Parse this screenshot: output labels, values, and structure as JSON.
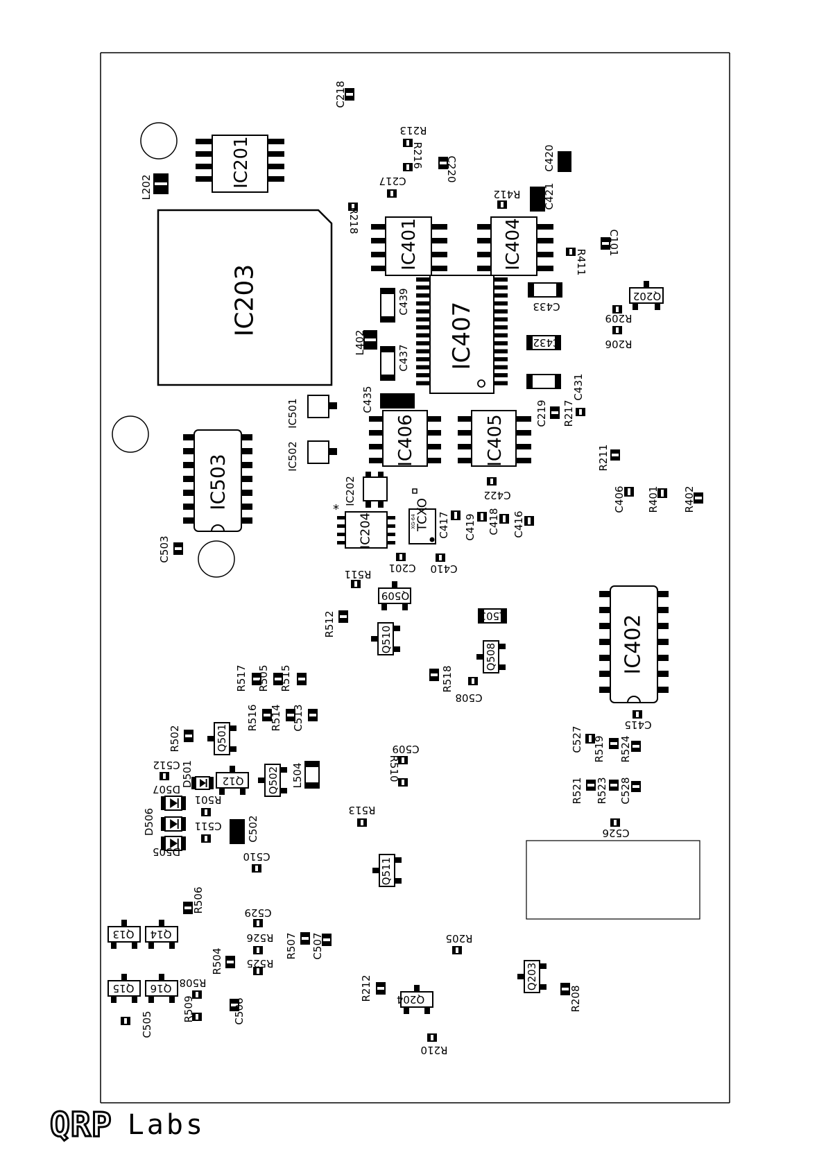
{
  "brand": {
    "name": "QRP",
    "suffix": "Labs"
  },
  "tcxo": {
    "label": "TCXO",
    "part_marking": "XG-64"
  },
  "pin1_marker": "*",
  "components": [
    {
      "ref": "C218",
      "rot": -90
    },
    {
      "ref": "IC201",
      "rot": -90
    },
    {
      "ref": "L202",
      "rot": -90
    },
    {
      "ref": "R213",
      "rot": 180
    },
    {
      "ref": "R216",
      "rot": 90
    },
    {
      "ref": "C220",
      "rot": 90
    },
    {
      "ref": "C217",
      "rot": 180
    },
    {
      "ref": "C420",
      "rot": -90
    },
    {
      "ref": "R412",
      "rot": 180
    },
    {
      "ref": "C421",
      "rot": -90
    },
    {
      "ref": "R218",
      "rot": 90
    },
    {
      "ref": "IC203",
      "rot": -90
    },
    {
      "ref": "IC401",
      "rot": -90
    },
    {
      "ref": "IC404",
      "rot": -90
    },
    {
      "ref": "C101",
      "rot": 90
    },
    {
      "ref": "R411",
      "rot": 90
    },
    {
      "ref": "C439",
      "rot": -90
    },
    {
      "ref": "IC407",
      "rot": -90
    },
    {
      "ref": "C433",
      "rot": 180
    },
    {
      "ref": "Q202",
      "rot": 180
    },
    {
      "ref": "R209",
      "rot": 180
    },
    {
      "ref": "R206",
      "rot": 180
    },
    {
      "ref": "L402",
      "rot": -90
    },
    {
      "ref": "C437",
      "rot": -90
    },
    {
      "ref": "C432",
      "rot": 180
    },
    {
      "ref": "C431",
      "rot": -90
    },
    {
      "ref": "C435",
      "rot": -90
    },
    {
      "ref": "IC501",
      "rot": -90
    },
    {
      "ref": "C219",
      "rot": -90
    },
    {
      "ref": "R217",
      "rot": -90
    },
    {
      "ref": "IC406",
      "rot": -90
    },
    {
      "ref": "IC405",
      "rot": -90
    },
    {
      "ref": "IC503",
      "rot": -90
    },
    {
      "ref": "IC502",
      "rot": -90
    },
    {
      "ref": "R211",
      "rot": -90
    },
    {
      "ref": "C422",
      "rot": 180
    },
    {
      "ref": "IC202",
      "rot": -90
    },
    {
      "ref": "C406",
      "rot": -90
    },
    {
      "ref": "R401",
      "rot": -90
    },
    {
      "ref": "R402",
      "rot": -90
    },
    {
      "ref": "IC204",
      "rot": -90
    },
    {
      "ref": "C417",
      "rot": -90
    },
    {
      "ref": "C419",
      "rot": -90
    },
    {
      "ref": "C418",
      "rot": -90
    },
    {
      "ref": "C416",
      "rot": -90
    },
    {
      "ref": "C503",
      "rot": -90
    },
    {
      "ref": "C201",
      "rot": 180
    },
    {
      "ref": "C410",
      "rot": 180
    },
    {
      "ref": "R511",
      "rot": 180
    },
    {
      "ref": "Q509",
      "rot": 180
    },
    {
      "ref": "R512",
      "rot": -90
    },
    {
      "ref": "L503",
      "rot": 180
    },
    {
      "ref": "Q510",
      "rot": -90
    },
    {
      "ref": "Q508",
      "rot": -90
    },
    {
      "ref": "IC402",
      "rot": -90
    },
    {
      "ref": "R517",
      "rot": -90
    },
    {
      "ref": "R505",
      "rot": -90
    },
    {
      "ref": "R515",
      "rot": -90
    },
    {
      "ref": "R518",
      "rot": -90
    },
    {
      "ref": "C508",
      "rot": 180
    },
    {
      "ref": "R516",
      "rot": -90
    },
    {
      "ref": "R514",
      "rot": -90
    },
    {
      "ref": "C513",
      "rot": -90
    },
    {
      "ref": "R502",
      "rot": -90
    },
    {
      "ref": "Q501",
      "rot": -90
    },
    {
      "ref": "C415",
      "rot": 180
    },
    {
      "ref": "C509",
      "rot": 180
    },
    {
      "ref": "C527",
      "rot": -90
    },
    {
      "ref": "R519",
      "rot": -90
    },
    {
      "ref": "R524",
      "rot": -90
    },
    {
      "ref": "R510",
      "rot": 90
    },
    {
      "ref": "C512",
      "rot": 180
    },
    {
      "ref": "D501",
      "rot": -90
    },
    {
      "ref": "Q12",
      "rot": 180
    },
    {
      "ref": "Q502",
      "rot": -90
    },
    {
      "ref": "L504",
      "rot": -90
    },
    {
      "ref": "R521",
      "rot": -90
    },
    {
      "ref": "R523",
      "rot": -90
    },
    {
      "ref": "C528",
      "rot": -90
    },
    {
      "ref": "D507",
      "rot": 180
    },
    {
      "ref": "R501",
      "rot": 180
    },
    {
      "ref": "D506",
      "rot": -90
    },
    {
      "ref": "R513",
      "rot": 180
    },
    {
      "ref": "C511",
      "rot": 180
    },
    {
      "ref": "C502",
      "rot": -90
    },
    {
      "ref": "C526",
      "rot": 180
    },
    {
      "ref": "D505",
      "rot": 180
    },
    {
      "ref": "C510",
      "rot": 180
    },
    {
      "ref": "Q511",
      "rot": -90
    },
    {
      "ref": "R506",
      "rot": -90
    },
    {
      "ref": "C529",
      "rot": 180
    },
    {
      "ref": "Q13",
      "rot": 180
    },
    {
      "ref": "Q14",
      "rot": 180
    },
    {
      "ref": "R526",
      "rot": 180
    },
    {
      "ref": "R507",
      "rot": -90
    },
    {
      "ref": "C507",
      "rot": -90
    },
    {
      "ref": "R205",
      "rot": 180
    },
    {
      "ref": "R504",
      "rot": -90
    },
    {
      "ref": "R525",
      "rot": 180
    },
    {
      "ref": "Q203",
      "rot": -90
    },
    {
      "ref": "R508",
      "rot": 180
    },
    {
      "ref": "R212",
      "rot": -90
    },
    {
      "ref": "Q15",
      "rot": 180
    },
    {
      "ref": "Q16",
      "rot": 180
    },
    {
      "ref": "R208",
      "rot": -90
    },
    {
      "ref": "Q204",
      "rot": 180
    },
    {
      "ref": "R509",
      "rot": -90
    },
    {
      "ref": "C506",
      "rot": -90
    },
    {
      "ref": "C505",
      "rot": -90
    },
    {
      "ref": "R210",
      "rot": 180
    }
  ]
}
